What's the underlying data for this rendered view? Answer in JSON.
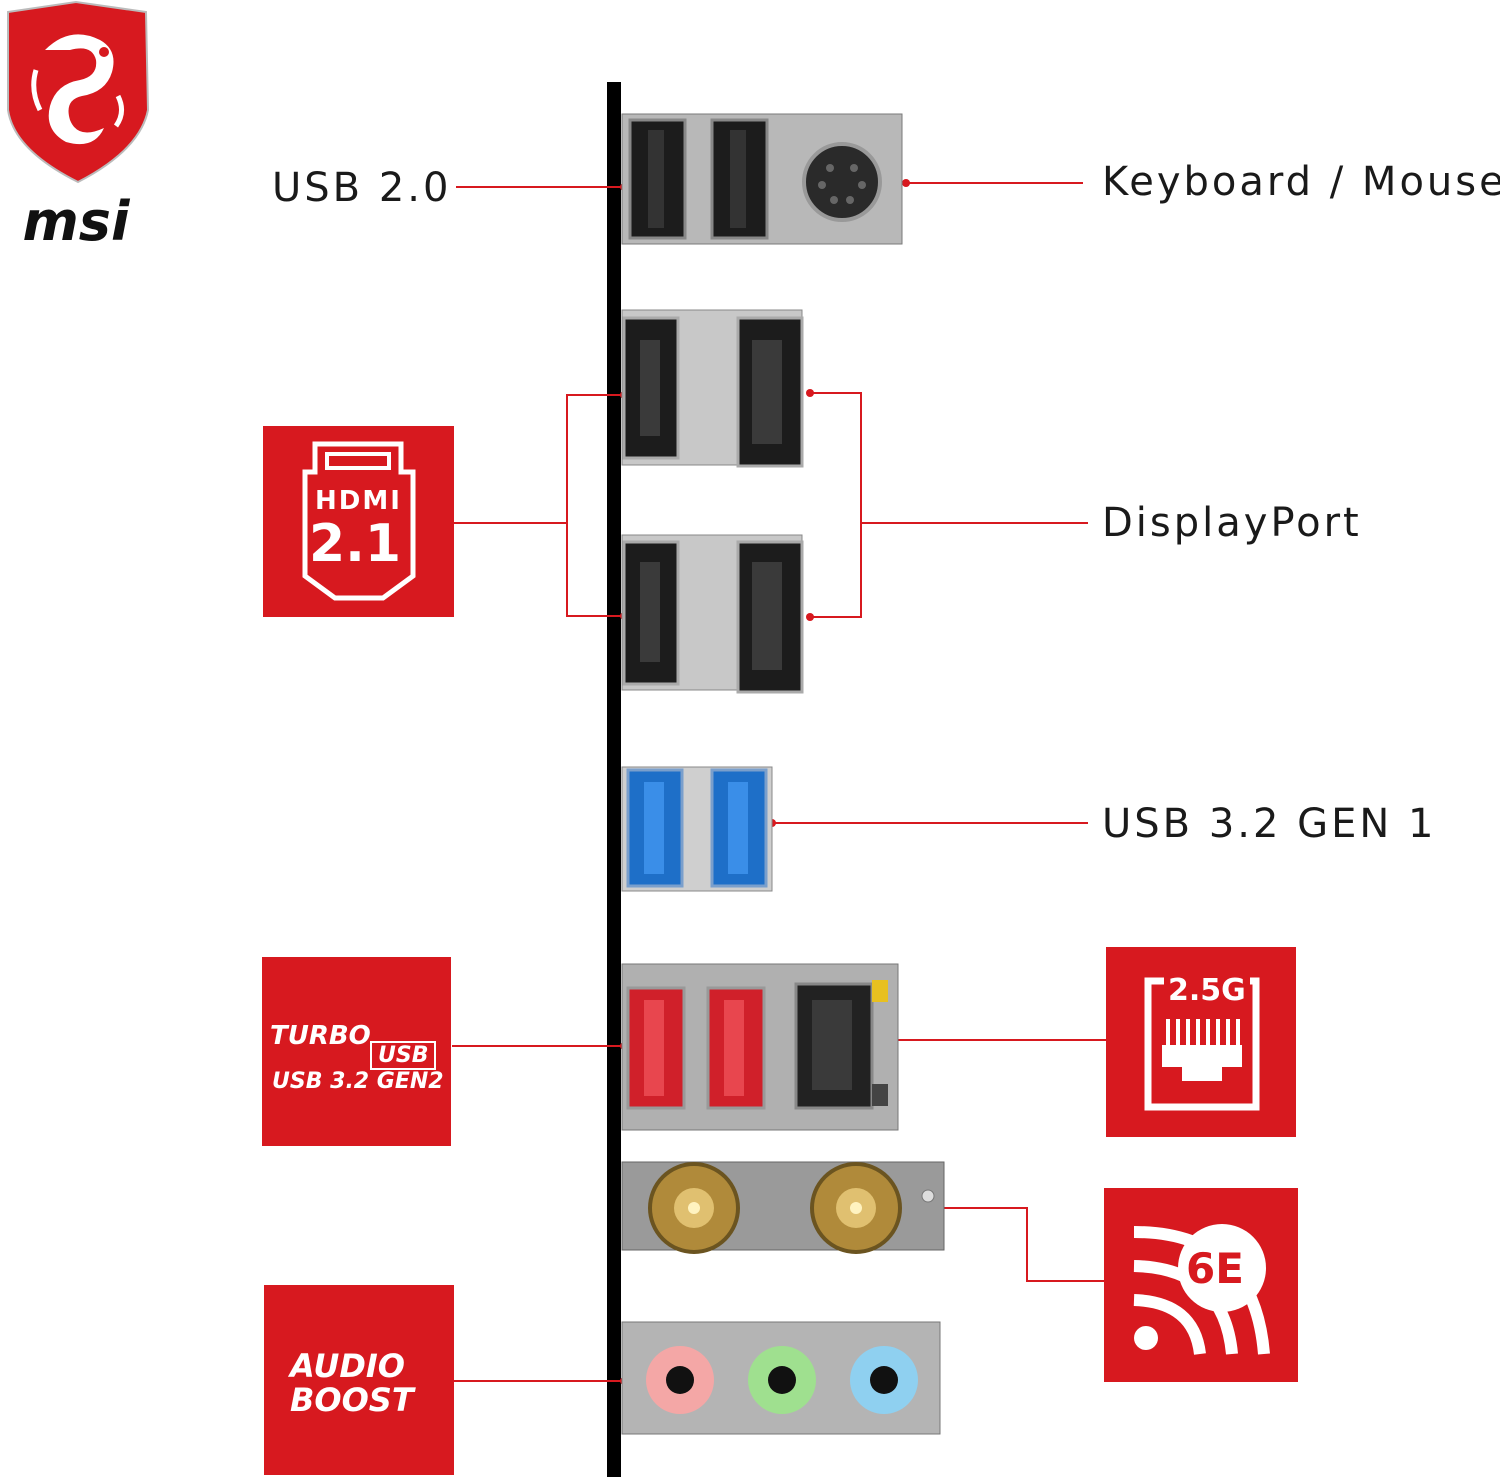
{
  "brand": {
    "name": "msi",
    "accent": "#d7191f"
  },
  "labels": {
    "usb20": "USB 2.0",
    "keyboard_mouse": "Keyboard / Mouse",
    "displayport": "DisplayPort",
    "usb32gen1": "USB 3.2 GEN 1"
  },
  "badges": {
    "hdmi": {
      "line1": "HDMI",
      "line2": "2.1"
    },
    "turbo_usb": {
      "line1": "TURBO",
      "line2": "USB",
      "line3": "USB 3.2 GEN2"
    },
    "lan": {
      "text": "2.5G"
    },
    "wifi": {
      "text": "6E"
    },
    "audio": {
      "line1": "AUDIO",
      "line2": "BOOST"
    }
  },
  "icons": [
    "msi-dragon-shield-icon",
    "hdmi-2-1-icon",
    "turbo-usb-icon",
    "ethernet-2-5g-icon",
    "wifi-6e-icon",
    "audio-boost-icon"
  ],
  "colors": {
    "usb20_port": "#1c1c1c",
    "usb3_port": "#1e6fc8",
    "usb32gen2_port": "#d0202a",
    "audio_pink": "#f4a7a6",
    "audio_green": "#9fe08f",
    "audio_blue": "#8fd0f0"
  }
}
